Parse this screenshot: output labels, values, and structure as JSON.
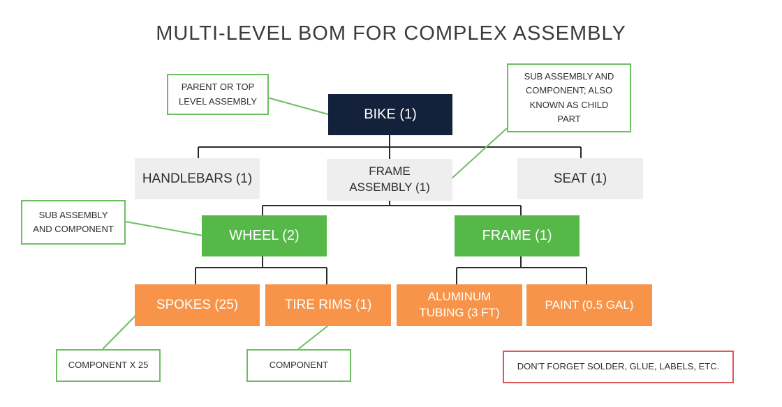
{
  "title": "MULTI-LEVEL BOM FOR COMPLEX ASSEMBLY",
  "nodes": {
    "bike": "BIKE (1)",
    "handlebars": "HANDLEBARS (1)",
    "frame_assembly": "FRAME\nASSEMBLY (1)",
    "seat": "SEAT (1)",
    "wheel": "WHEEL (2)",
    "frame": "FRAME (1)",
    "spokes": "SPOKES (25)",
    "tire_rims": "TIRE RIMS (1)",
    "aluminum_tubing": "ALUMINUM\nTUBING (3 FT)",
    "paint": "PAINT (0.5 GAL)"
  },
  "callouts": {
    "parent": "PARENT OR TOP\nLEVEL ASSEMBLY",
    "sub_child": "SUB ASSEMBLY AND\nCOMPONENT; ALSO\nKNOWN AS CHILD\nPART",
    "sub": "SUB ASSEMBLY\nAND COMPONENT",
    "component_x25": "COMPONENT X 25",
    "component": "COMPONENT",
    "reminder": "DON'T FORGET SOLDER, GLUE, LABELS, ETC."
  },
  "colors": {
    "top_level": "#13213a",
    "sub_assembly": "#eeeeef",
    "child": "#55b848",
    "component": "#f7944a",
    "callout_border": "#6cbf60",
    "warning_border": "#e0575a"
  }
}
